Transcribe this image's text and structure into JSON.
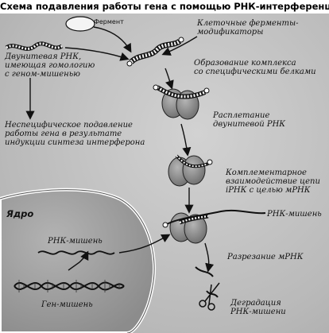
{
  "title": "Схема подавления работы гена с помощью РНК-интерференции",
  "labels": {
    "enzyme": "Фермент",
    "cell_enzymes": [
      "Клеточные ферменты-",
      "модификаторы"
    ],
    "dsrna": [
      "Двунитевая РНК,",
      "имеющая гомологию",
      "с геном-мишенью"
    ],
    "complex": [
      "Образование комплекса",
      "со специфическими белками"
    ],
    "nonspecific": [
      "Неспецифическое подавление",
      "работы гена в результате",
      "индукции синтеза интерферона"
    ],
    "unwinding": [
      "Расплетание",
      "двунитевой РНК"
    ],
    "complementary": [
      "Комплементарное",
      "взаимодействие цепи",
      "iРНК с целью мРНК"
    ],
    "nucleus": "Ядро",
    "target_rna_right": "РНК-мишень",
    "target_rna_nucleus": "РНК-мишень",
    "cleavage": "Разрезание мРНК",
    "gene_target": "Ген-мишень",
    "degradation": [
      "Деградация",
      "РНК-мишени"
    ]
  },
  "colors": {
    "background": "#bdbdbd",
    "title_bar": "#ffffff",
    "nucleus": "#9e9e9e",
    "protein": "#8a8a8a",
    "strand": "#f2f2f2",
    "ink": "#111111"
  }
}
